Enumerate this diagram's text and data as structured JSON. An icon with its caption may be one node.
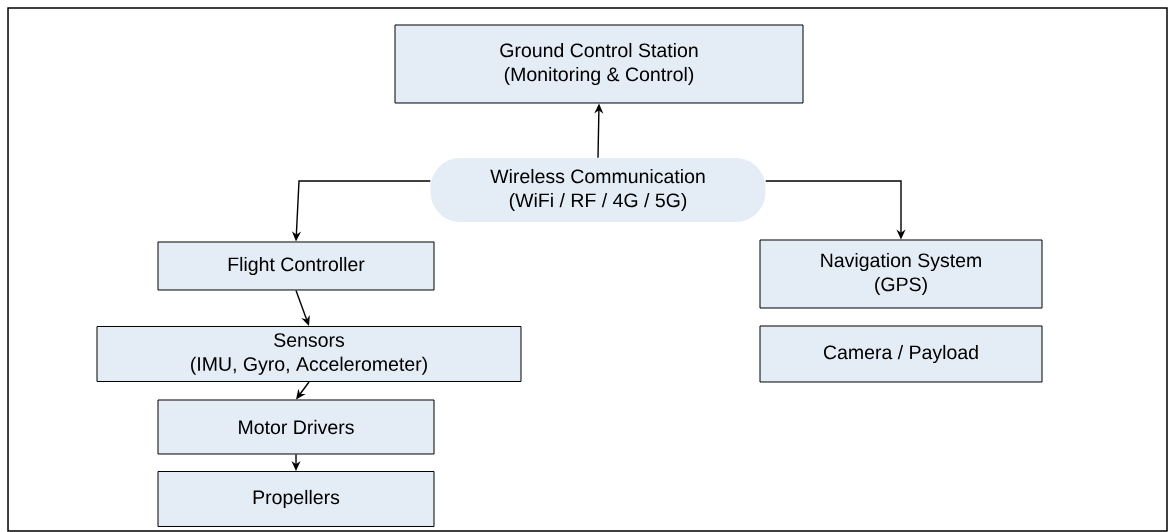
{
  "diagram": {
    "nodes": [
      {
        "text": [
          "Ground Control Station",
          "(Monitoring & Control)"
        ]
      },
      {
        "text": [
          "Wireless Communication",
          "(WiFi / RF / 4G / 5G)"
        ]
      },
      {
        "text": [
          "Flight Controller"
        ]
      },
      {
        "text": [
          "Navigation System",
          "(GPS)"
        ]
      },
      {
        "text": [
          "Sensors",
          "(IMU, Gyro, Accelerometer)"
        ]
      },
      {
        "text": [
          "Motor Drivers"
        ]
      },
      {
        "text": [
          "Propellers"
        ]
      },
      {
        "text": [
          "Camera / Payload"
        ]
      }
    ],
    "edges": [
      {
        "from": 1,
        "to": 0,
        "arrow": "to"
      },
      {
        "from": 1,
        "to": 2,
        "arrow": "to"
      },
      {
        "from": 1,
        "to": 3,
        "arrow": "to"
      },
      {
        "from": 2,
        "to": 4,
        "arrow": "to"
      },
      {
        "from": 4,
        "to": 5,
        "arrow": "to"
      },
      {
        "from": 5,
        "to": 6,
        "arrow": "to"
      }
    ]
  }
}
